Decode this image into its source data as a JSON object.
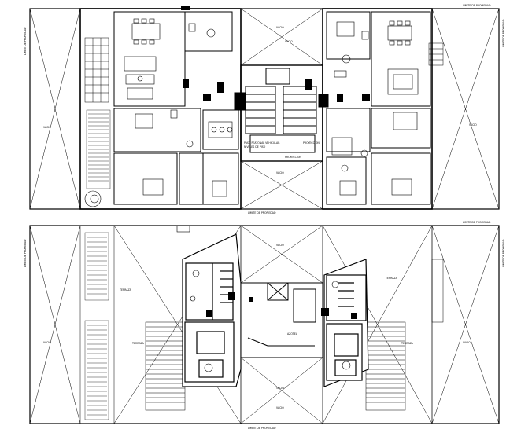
{
  "plans": [
    {
      "id": "upper-plan",
      "property_limit_top": "LIMITE DE PROPIEDAD",
      "property_limit_bottom": "LIMITE DE PROPIEDAD",
      "property_limit_side_left": "LIMITE DE PROPIEDAD",
      "property_limit_side_right": "LIMITE DE PROPIEDAD",
      "void_labels": [
        "VACIO",
        "VACIO",
        "VACIO",
        "VACIO",
        "VACIO"
      ],
      "notes": [
        "PASO PEATONAL VEHICULAR",
        "NIVELES DE PISO",
        "PROYECCION",
        "PROYECCION"
      ]
    },
    {
      "id": "lower-plan",
      "property_limit_top": "LIMITE DE PROPIEDAD",
      "property_limit_bottom": "LIMITE DE PROPIEDAD",
      "property_limit_side_left": "LIMITE DE PROPIEDAD",
      "property_limit_side_right": "LIMITE DE PROPIEDAD",
      "void_labels": [
        "VACIO",
        "VACIO",
        "VACIO",
        "VACIO",
        "VACIO"
      ],
      "notes": [
        "TERRAZA",
        "TERRAZA",
        "AZOTEA",
        "TERRAZA",
        "TERRAZA"
      ]
    }
  ]
}
